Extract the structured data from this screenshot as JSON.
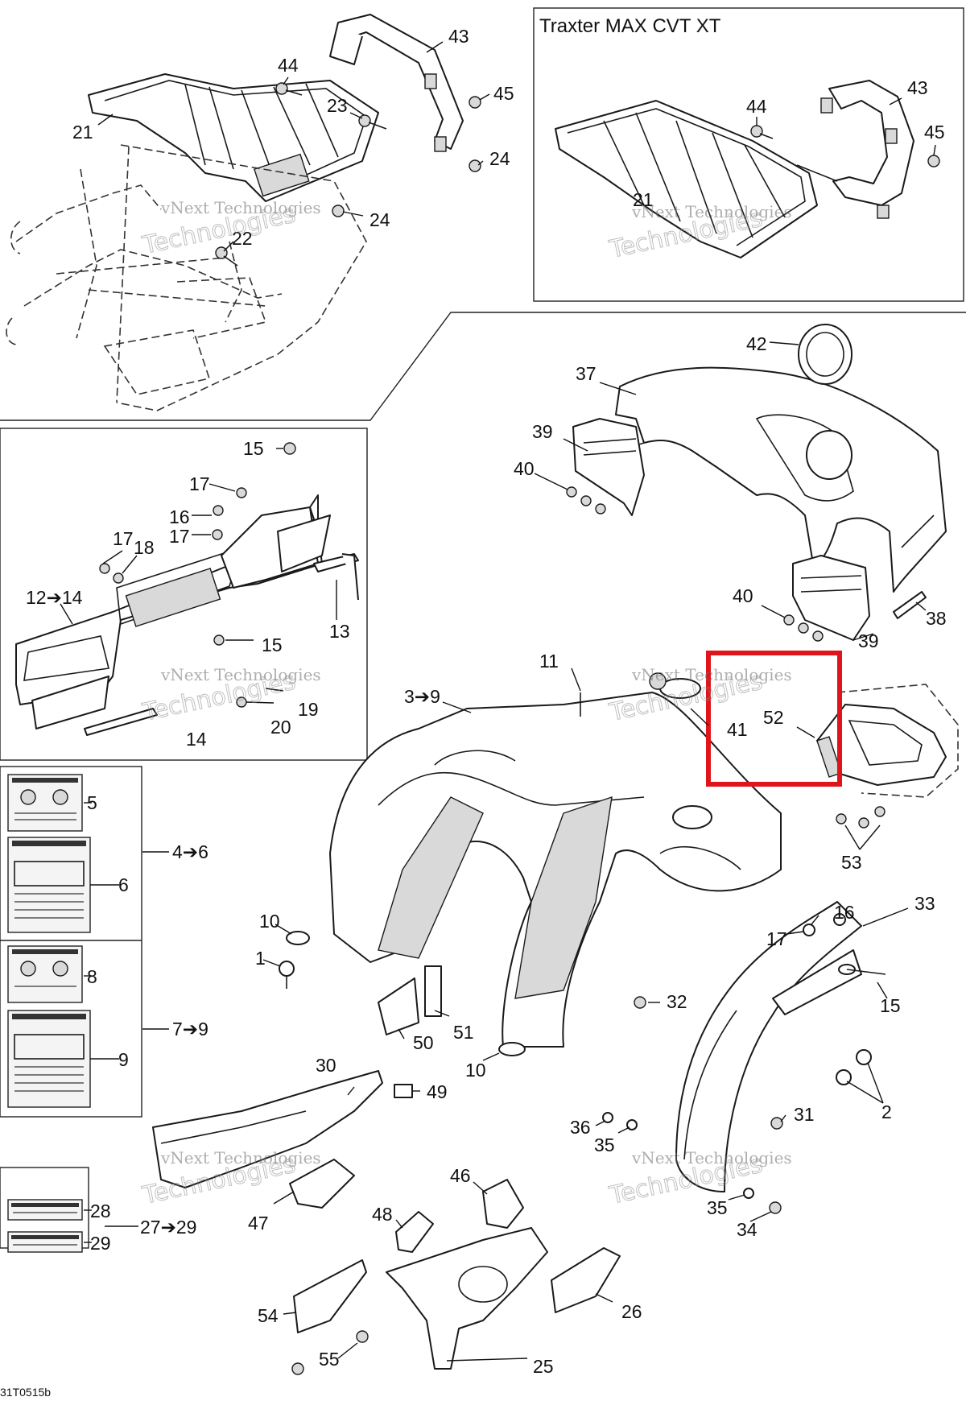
{
  "inset_box": {
    "title": "Traxter MAX CVT XT"
  },
  "watermark": {
    "line1": "vNext Technologies",
    "line2": "Technologies"
  },
  "footer_code": "31T0515b",
  "callouts": {
    "c43a": "43",
    "c44a": "44",
    "c45a": "45",
    "c23": "23",
    "c21a": "21",
    "c24a": "24",
    "c24b": "24",
    "c22": "22",
    "c43b": "43",
    "c44b": "44",
    "c45b": "45",
    "c21b": "21",
    "c42": "42",
    "c37": "37",
    "c39a": "39",
    "c40a": "40",
    "c40b": "40",
    "c39b": "39",
    "c38": "38",
    "c15a": "15",
    "c17a": "17",
    "c16a": "16",
    "c17b": "17",
    "c17c": "17",
    "c18": "18",
    "c12_14": "12➔14",
    "c13": "13",
    "c15b": "15",
    "c19": "19",
    "c20": "20",
    "c14": "14",
    "c11": "11",
    "c3_9": "3➔9",
    "c41": "41",
    "c52": "52",
    "c53": "53",
    "c5": "5",
    "c4_6": "4➔6",
    "c6": "6",
    "c8": "8",
    "c7_9": "7➔9",
    "c9": "9",
    "c10a": "10",
    "c1": "1",
    "c50": "50",
    "c51": "51",
    "c32": "32",
    "c10b": "10",
    "c33": "33",
    "c16b": "16",
    "c17d": "17",
    "c15c": "15",
    "c2": "2",
    "c30": "30",
    "c49": "49",
    "c47": "47",
    "c36": "36",
    "c35a": "35",
    "c31": "31",
    "c46": "46",
    "c48": "48",
    "c35b": "35",
    "c34": "34",
    "c28": "28",
    "c29": "29",
    "c27_29": "27➔29",
    "c54": "54",
    "c26": "26",
    "c55": "55",
    "c25": "25"
  }
}
